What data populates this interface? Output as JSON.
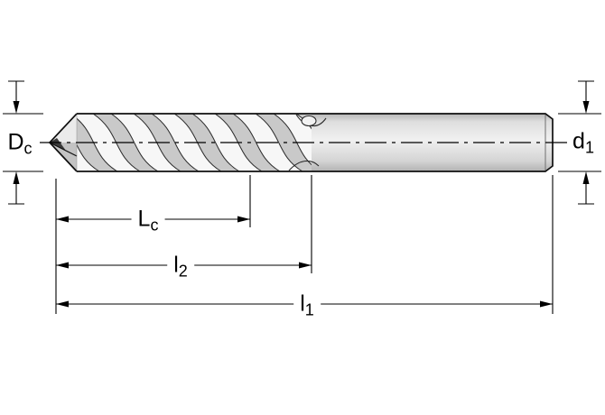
{
  "labels": {
    "cutting_diameter": {
      "main": "D",
      "sub": "c"
    },
    "shank_diameter": {
      "main": "d",
      "sub": "1"
    },
    "flute_length": {
      "main": "L",
      "sub": "c"
    },
    "length_l2": {
      "main": "l",
      "sub": "2"
    },
    "overall_length": {
      "main": "l",
      "sub": "1"
    }
  },
  "colors": {
    "line": "#000000",
    "background": "#ffffff",
    "shank_fill": "#e0e0e0",
    "flute_band": "#c9c9c9",
    "tip_dark": "#3a3a3a"
  }
}
